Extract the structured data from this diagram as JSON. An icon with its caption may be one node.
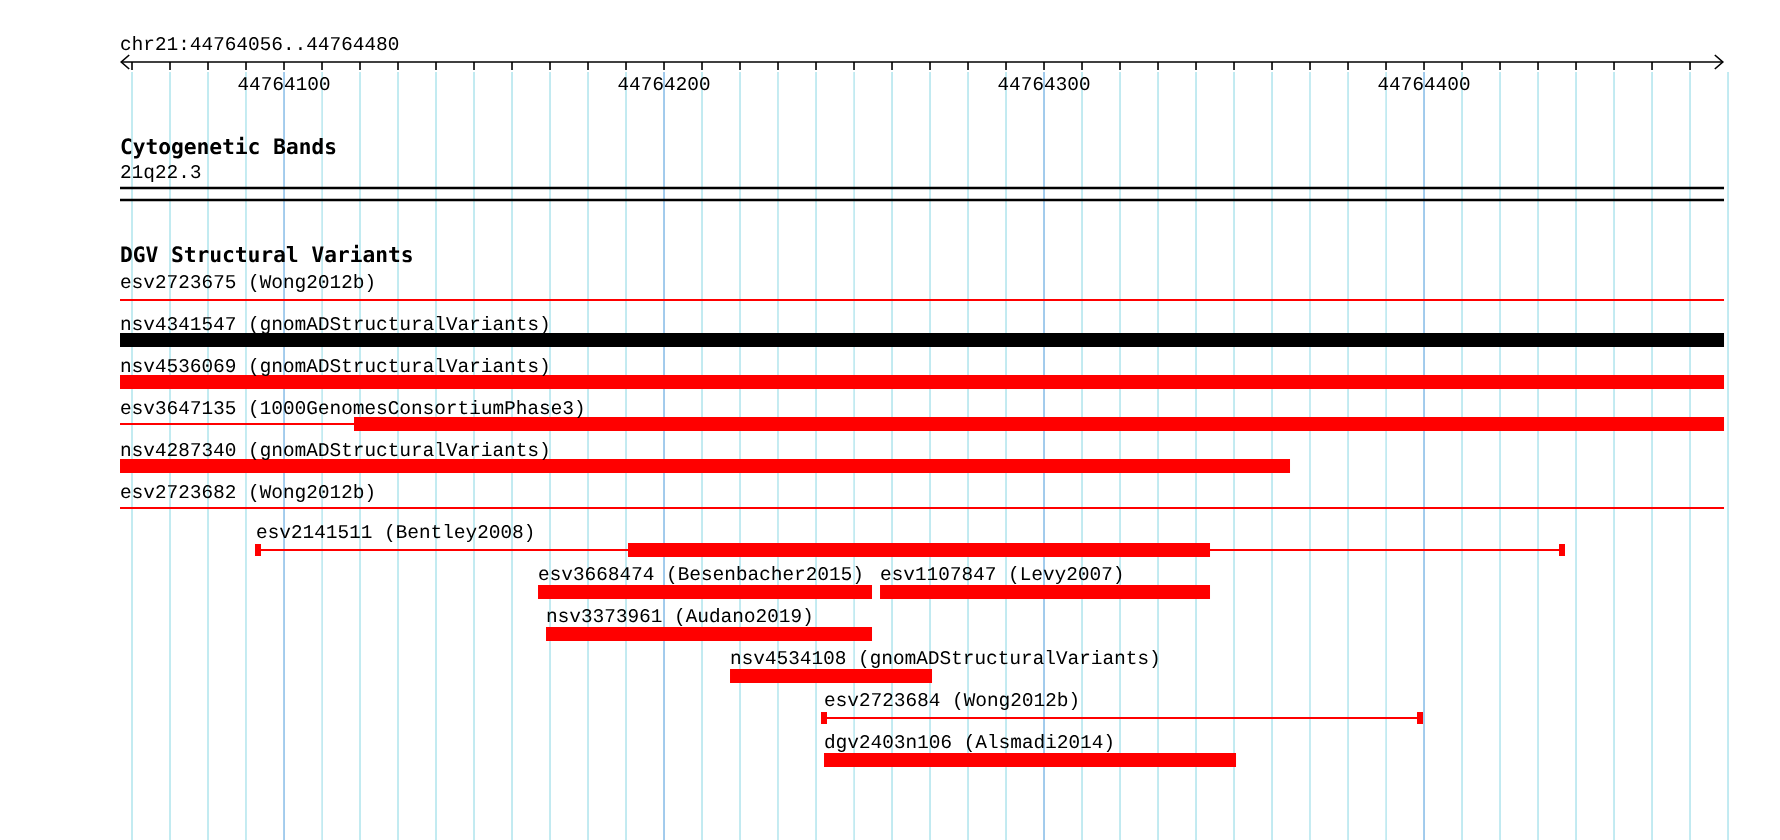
{
  "diagram": {
    "title": "chr21:44764056..44764480",
    "nodes": [
      {
        "text": [
          "21q22.3"
        ]
      },
      {
        "text": [
          "esv2723675 (Wong2012b)"
        ]
      },
      {
        "text": [
          "nsv4341547 (gnomADStructuralVariants)"
        ]
      },
      {
        "text": [
          "nsv4536069 (gnomADStructuralVariants)"
        ]
      },
      {
        "text": [
          "esv3647135 (1000GenomesConsortiumPhase3)"
        ]
      },
      {
        "text": [
          "nsv4287340 (gnomADStructuralVariants)"
        ]
      },
      {
        "text": [
          "esv2723682 (Wong2012b)"
        ]
      },
      {
        "text": [
          "esv2141511 (Bentley2008)"
        ]
      },
      {
        "text": [
          "esv3668474 (Besenbacher2015)"
        ]
      },
      {
        "text": [
          "esv1107847 (Levy2007)"
        ]
      },
      {
        "text": [
          "nsv3373961 (Audano2019)"
        ]
      },
      {
        "text": [
          "nsv4534108 (gnomADStructuralVariants)"
        ]
      },
      {
        "text": [
          "esv2723684 (Wong2012b)"
        ]
      },
      {
        "text": [
          "dgv2403n106 (Alsmadi2014)"
        ]
      }
    ],
    "labels": [
      "44764100",
      "44764200",
      "44764300",
      "44764400",
      "Cytogenetic Bands",
      "DGV Structural Variants"
    ]
  }
}
